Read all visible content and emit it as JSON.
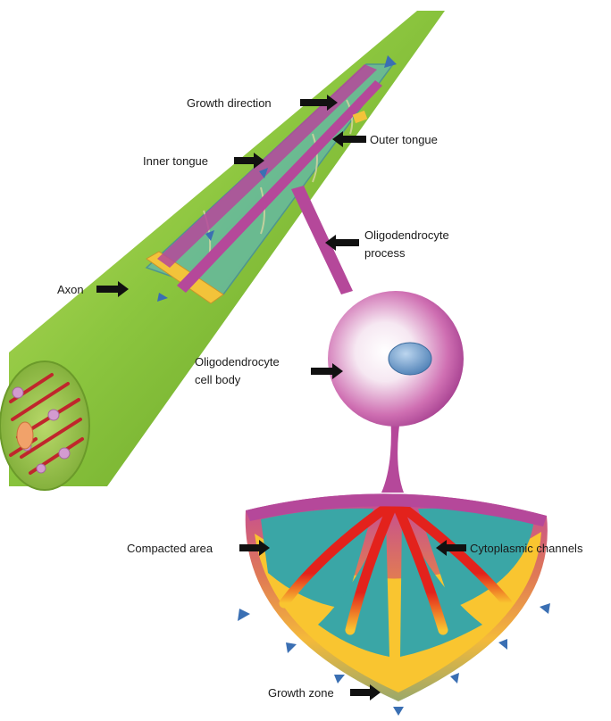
{
  "labels": {
    "growth_direction": "Growth direction",
    "outer_tongue": "Outer tongue",
    "inner_tongue": "Inner tongue",
    "oligo_process_1": "Oligodendrocyte",
    "oligo_process_2": "process",
    "axon": "Axon",
    "oligo_body_1": "Oligodendrocyte",
    "oligo_body_2": "cell body",
    "compacted_area": "Compacted area",
    "cytoplasmic_channels": "Cytoplasmic channels",
    "growth_zone": "Growth zone"
  },
  "colors": {
    "axon": "#8cc63f",
    "myelin": "#5fb7b1",
    "cytoplasm": "#b5489a",
    "compact_teal": "#3aa6a6",
    "channel_red": "#e3221c",
    "growth_yellow": "#f9c530",
    "arrowhead_blue": "#3a6fb3",
    "pointer": "#111111"
  }
}
